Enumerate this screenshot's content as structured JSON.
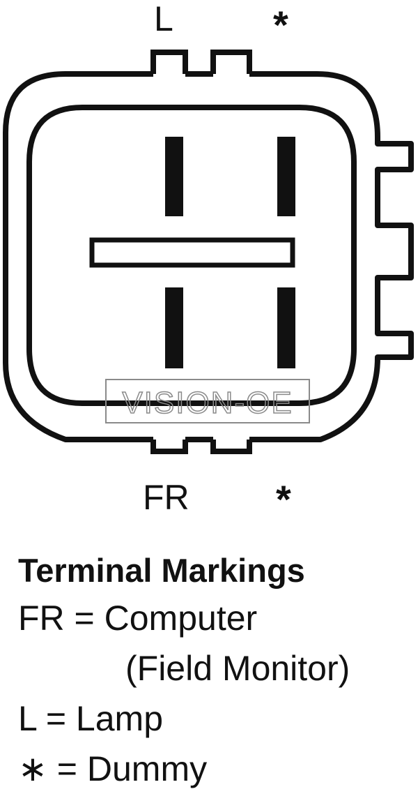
{
  "terminals": {
    "top_left": "L",
    "top_right": "*",
    "bottom_left": "FR",
    "bottom_right": "*"
  },
  "watermark": "VISION-OE",
  "legend": {
    "title": "Terminal Markings",
    "lines": [
      "FR = Computer",
      "(Field Monitor)",
      "L = Lamp",
      "∗ = Dummy"
    ]
  },
  "colors": {
    "ink": "#111111",
    "background": "#ffffff",
    "watermark": "#8a8a8a"
  }
}
